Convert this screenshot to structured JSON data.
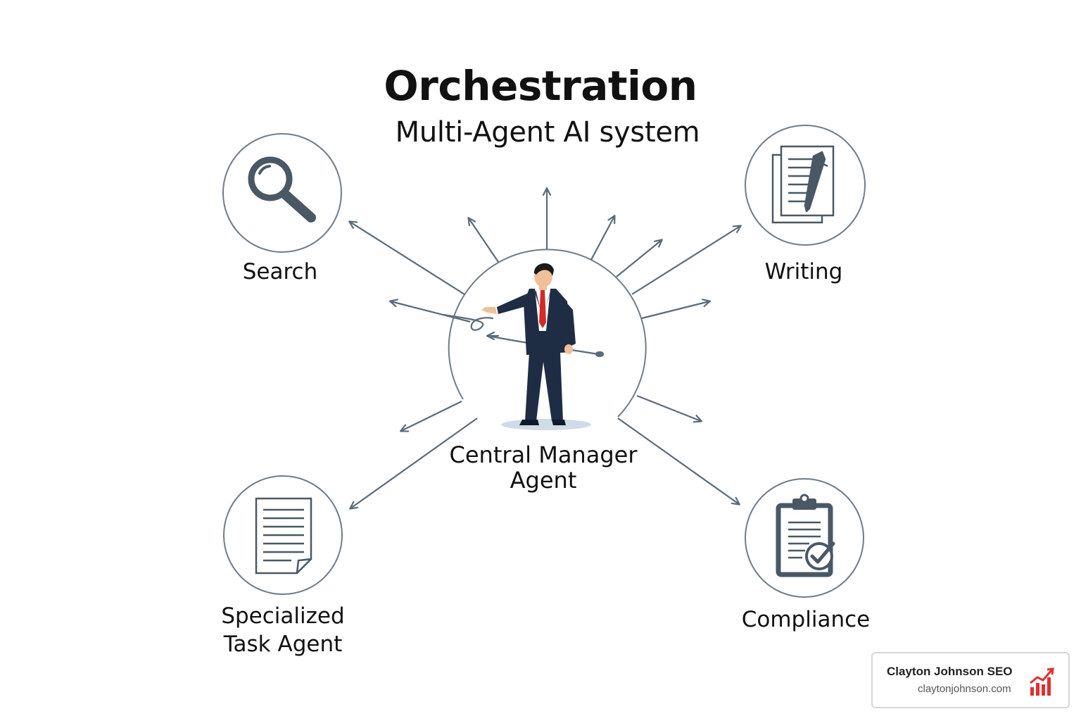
{
  "header": {
    "title": "Orchestration",
    "subtitle": "Multi-Agent AI system"
  },
  "nodes": {
    "search": {
      "label": "Search",
      "icon": "magnifying-glass-icon"
    },
    "writing": {
      "label": "Writing",
      "icon": "document-pen-icon"
    },
    "specialized": {
      "label": "Specialized\nTask Agent",
      "line1": "Specialized",
      "line2": "Task Agent",
      "icon": "document-icon"
    },
    "compliance": {
      "label": "Compliance",
      "icon": "clipboard-check-icon"
    },
    "manager": {
      "line1": "Central Manager",
      "line2": "Agent",
      "icon": "businessman-figure-icon"
    }
  },
  "watermark": {
    "name": "Clayton Johnson SEO",
    "url": "claytonjohnson.com",
    "icon": "bar-chart-growth-icon"
  },
  "colors": {
    "line": "#5c6b78",
    "icon": "#4a5866",
    "suit": "#1f2d44",
    "tie": "#d42a2a",
    "logo": "#e03030"
  }
}
